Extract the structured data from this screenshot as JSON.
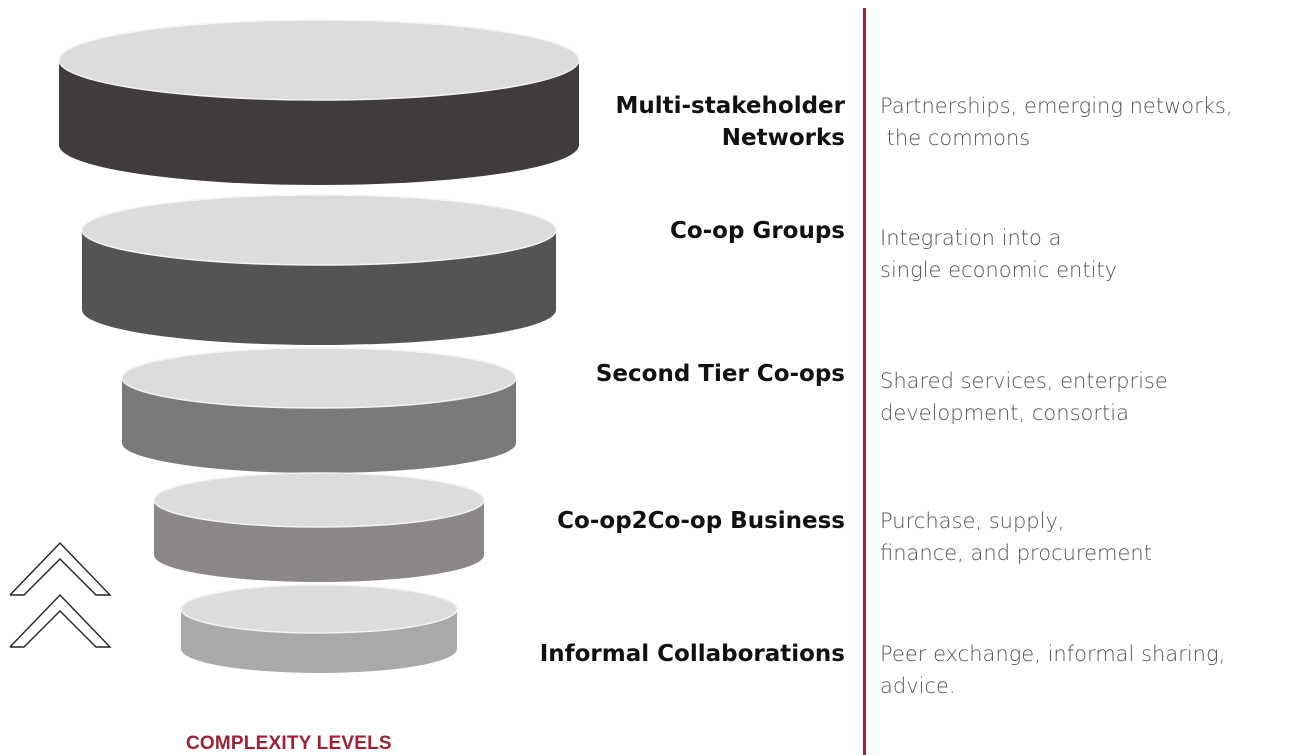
{
  "levels": [
    {
      "name": "Multi-stakeholder Networks",
      "name_lines": [
        "Multi-stakeholder",
        "Networks"
      ],
      "description_lines": [
        "Partnerships, emerging networks,",
        " the commons"
      ],
      "side_color": "#3f3c3b"
    },
    {
      "name": "Co-op Groups",
      "name_lines": [
        "Co-op Groups"
      ],
      "description_lines": [
        "Integration into a",
        "single economic entity"
      ],
      "side_color": "#555453"
    },
    {
      "name": "Second Tier Co-ops",
      "name_lines": [
        "Second Tier Co-ops"
      ],
      "description_lines": [
        "Shared services, enterprise",
        "development, consortia"
      ],
      "side_color": "#7b7a79"
    },
    {
      "name": "Co-op2Co-op Business",
      "name_lines": [
        "Co-op2Co-op Business"
      ],
      "description_lines": [
        "Purchase, supply,",
        "finance, and procurement"
      ],
      "side_color": "#8a8786"
    },
    {
      "name": "Informal Collaborations",
      "name_lines": [
        "Informal Collaborations"
      ],
      "description_lines": [
        "Peer exchange, informal sharing,",
        "advice."
      ],
      "side_color": "#a9a9a9"
    }
  ],
  "footer": {
    "label": "COMPLEXITY LEVELS"
  },
  "colors": {
    "accent": "#9b2335",
    "disc_top": "#dcdcdc",
    "label_text": "#111111",
    "description_text": "#555555"
  },
  "icons": {
    "direction": "double-chevron-up-icon"
  }
}
